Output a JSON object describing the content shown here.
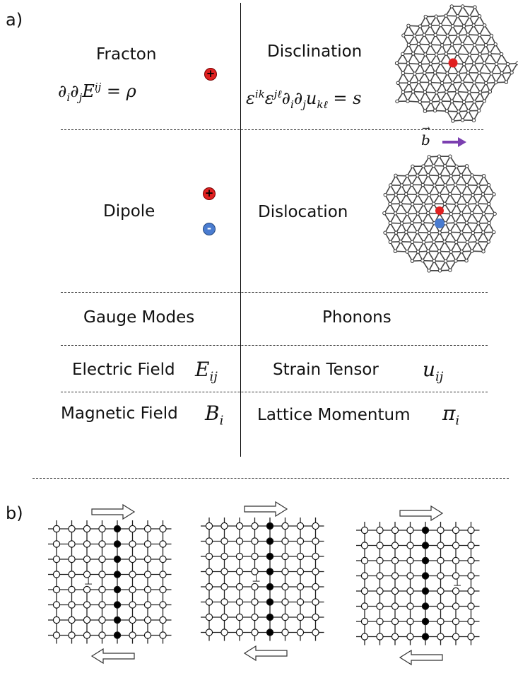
{
  "panel_a": {
    "label": "a)",
    "rows": [
      {
        "left_title": "Fracton",
        "left_equation": "∂i∂jE^ij = ρ",
        "left_charges": [
          "+"
        ],
        "right_title": "Disclination",
        "right_equation": "ε^ik ε^jℓ ∂i∂j ukℓ = s"
      },
      {
        "left_title": "Dipole",
        "left_charges": [
          "+",
          "-"
        ],
        "right_title": "Dislocation",
        "right_vector": "b"
      },
      {
        "left_title": "Gauge Modes",
        "right_title": "Phonons"
      },
      {
        "left_title": "Electric Field",
        "left_symbol": "E_ij",
        "right_title": "Strain Tensor",
        "right_symbol": "u_ij"
      },
      {
        "left_title": "Magnetic Field",
        "left_symbol": "B_i",
        "right_title": "Lattice Momentum",
        "right_symbol": "π_i"
      }
    ]
  },
  "panel_b": {
    "label": "b)",
    "diagrams": [
      {
        "name": "dislocation-step-1",
        "dislocation_symbol": "⊥"
      },
      {
        "name": "dislocation-step-2",
        "dislocation_symbol": "⊥"
      },
      {
        "name": "dislocation-step-3",
        "dislocation_symbol": "⊥"
      }
    ]
  },
  "colors": {
    "positive_charge": "#e02020",
    "negative_charge": "#4a7cd0",
    "burgers_arrow": "#7b3fb0",
    "lattice": "#333333"
  }
}
